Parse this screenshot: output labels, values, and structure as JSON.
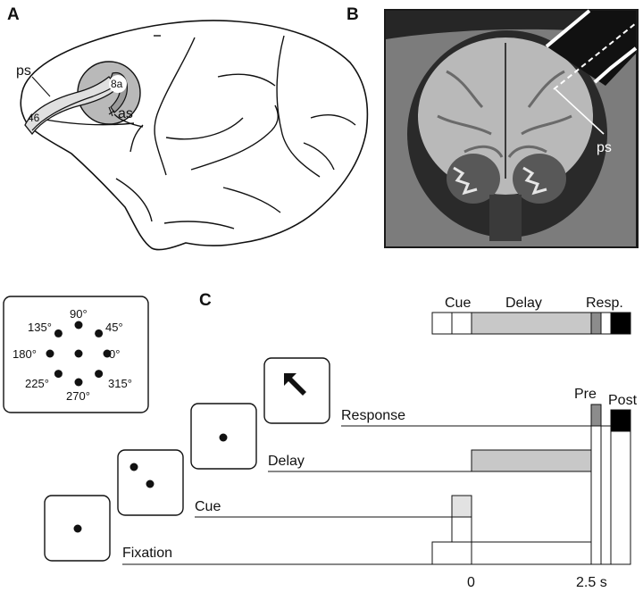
{
  "panels": {
    "a": {
      "letter": "A",
      "labels": {
        "ps": "ps",
        "area46": "46",
        "area8a": "8a",
        "as": "as"
      }
    },
    "b": {
      "letter": "B",
      "labels": {
        "ps": "ps"
      }
    },
    "c": {
      "letter": "C",
      "angles": [
        "0°",
        "45°",
        "90°",
        "135°",
        "180°",
        "225°",
        "270°",
        "315°"
      ],
      "epochs": [
        "Fixation",
        "Cue",
        "Delay",
        "Response"
      ],
      "timeline_labels": {
        "cue": "Cue",
        "delay": "Delay",
        "resp": "Resp."
      },
      "period_labels": {
        "pre": "Pre",
        "post": "Post"
      },
      "time_axis": {
        "zero": "0",
        "end": "2.5 s"
      }
    }
  }
}
